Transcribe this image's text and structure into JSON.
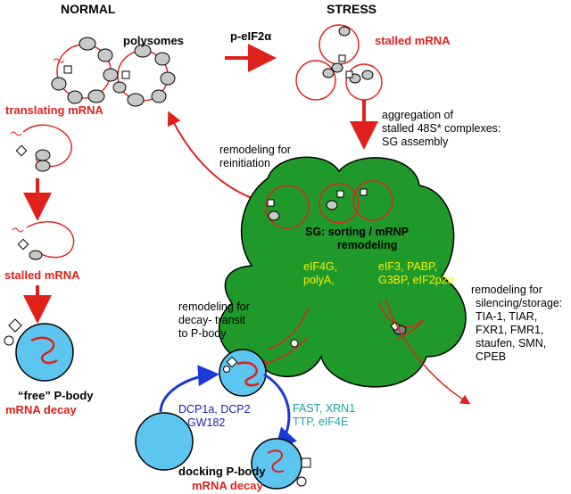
{
  "headings": {
    "normal": "NORMAL",
    "stress": "STRESS"
  },
  "labels": {
    "polysomes": "polysomes",
    "p_eif2a": "p-eIF2α",
    "stalled_mrna_top": "stalled mRNA",
    "translating_mrna": "translating mRNA",
    "aggregation": [
      "aggregation of",
      "stalled 48S* complexes:",
      "SG assembly"
    ],
    "remodeling_reinitiation": [
      "remodeling for",
      "reinitiation"
    ],
    "stalled_mrna_left": "stalled mRNA",
    "sg_sorting": [
      "SG: sorting / mRNP",
      "remodeling"
    ],
    "sg_factors_left": [
      "eIF4G,",
      "polyA,"
    ],
    "sg_factors_right": [
      "eIF3, PABP,",
      "G3BP, eIF2p2α"
    ],
    "remodeling_storage": [
      "remodeling for",
      "silencing/storage:",
      "TIA-1, TIAR,",
      "FXR1, FMR1,",
      "staufen, SMN,",
      "CPEB"
    ],
    "remodeling_decay": [
      "remodeling for",
      "decay- transit",
      "to P-body"
    ],
    "free_pbody": "“free” P-body",
    "mrna_decay_left": "mRNA decay",
    "dcp_factors": [
      "DCP1a, DCP2",
      "GW182"
    ],
    "fast_factors": [
      "FAST, XRN1",
      "TTP, eIF4E"
    ],
    "docking_pbody": "docking P-body",
    "mrna_decay_bottom": "mRNA decay"
  },
  "colors": {
    "red": "#e0201a",
    "sg_green": "#1f9a2a",
    "pbody_blue": "#5cc6f0",
    "factor_yellow": "#f5f000",
    "factor_blue": "#1a1ab8",
    "factor_teal": "#1aa3a3",
    "ribosome_gray": "#c8c8c8"
  }
}
